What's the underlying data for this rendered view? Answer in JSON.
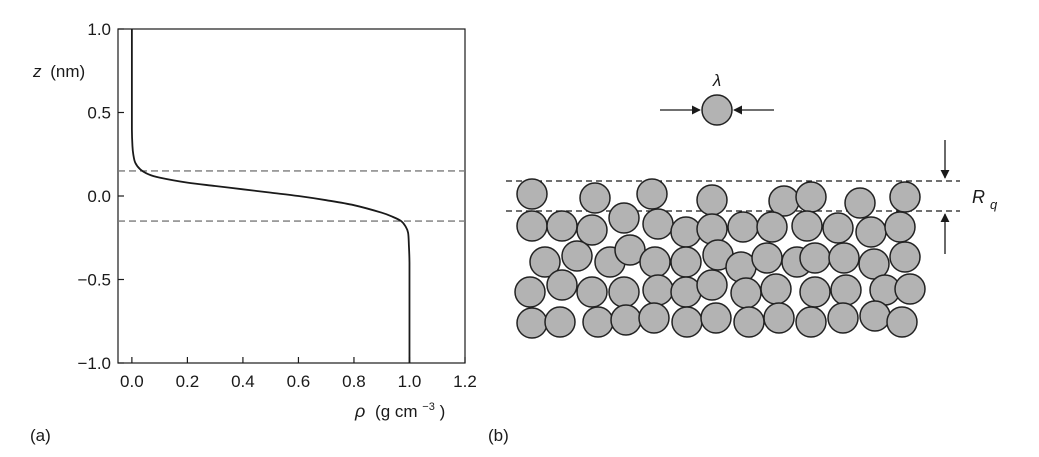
{
  "panel_a": {
    "label": "(a)",
    "ylabel_var": "z",
    "ylabel_unit": "(nm)",
    "xlabel_var": "ρ",
    "xlabel_unit_pre": "(g cm",
    "xlabel_unit_exp": "−3",
    "xlabel_unit_post": ")"
  },
  "panel_b": {
    "label": "(b)",
    "probe_label": "λ",
    "roughness_label_main": "R",
    "roughness_label_sub": "q"
  },
  "chart_data": {
    "type": "line",
    "xlabel": "ρ (g cm−3)",
    "ylabel": "z (nm)",
    "xlim": [
      -0.05,
      1.2
    ],
    "ylim": [
      -1.0,
      1.0
    ],
    "xticks": [
      0.0,
      0.2,
      0.4,
      0.6,
      0.8,
      1.0,
      1.2
    ],
    "xtick_labels": [
      "0.0",
      "0.2",
      "0.4",
      "0.6",
      "0.8",
      "1.0",
      "1.2"
    ],
    "yticks": [
      1.0,
      0.5,
      0.0,
      -0.5,
      -1.0
    ],
    "ytick_labels": [
      "1.0",
      "0.5",
      "0.0",
      "−0.5",
      "−1.0"
    ],
    "grid": false,
    "series": [
      {
        "color": "#1a1a1a",
        "x": [
          0.0,
          0.0,
          0.0,
          0.002,
          0.005,
          0.012,
          0.03,
          0.06,
          0.1,
          0.2,
          0.3,
          0.4,
          0.5,
          0.6,
          0.7,
          0.8,
          0.9,
          0.94,
          0.97,
          0.985,
          0.995,
          0.998,
          1.0,
          1.0,
          1.0
        ],
        "y": [
          1.0,
          0.6,
          0.4,
          0.3,
          0.25,
          0.2,
          0.16,
          0.13,
          0.11,
          0.08,
          0.06,
          0.04,
          0.02,
          0.0,
          -0.025,
          -0.055,
          -0.1,
          -0.125,
          -0.15,
          -0.18,
          -0.22,
          -0.3,
          -0.4,
          -0.6,
          -1.0
        ]
      }
    ],
    "reference_lines": [
      {
        "axis": "y",
        "value": 0.15,
        "style": "dashed",
        "color": "#7a7a7a"
      },
      {
        "axis": "y",
        "value": -0.15,
        "style": "dashed",
        "color": "#7a7a7a"
      }
    ]
  },
  "colors": {
    "ink": "#1a1a1a",
    "particle_fill": "#b3b3b3",
    "particle_stroke": "#222222",
    "dashed": "#7a7a7a"
  }
}
